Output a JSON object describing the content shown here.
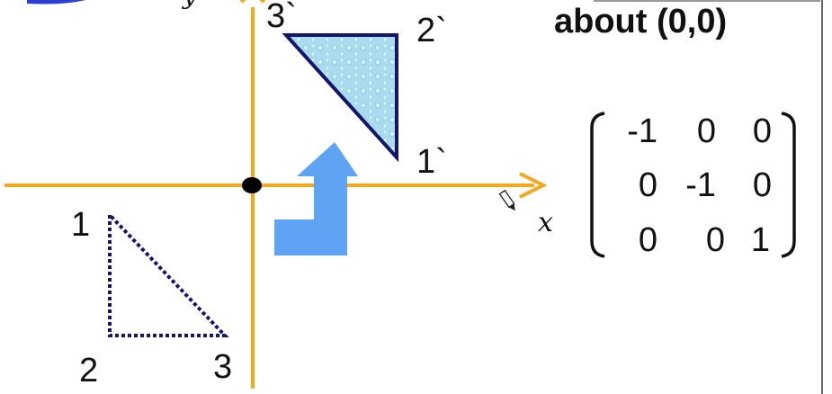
{
  "title": "about (0,0)",
  "axes": {
    "x_label": "x",
    "y_label": "y"
  },
  "original_triangle": {
    "labels": [
      "1",
      "2",
      "3"
    ]
  },
  "rotated_triangle": {
    "labels": [
      "1`",
      "2`",
      "3`"
    ]
  },
  "matrix": [
    [
      "-1",
      "0",
      "0"
    ],
    [
      "0",
      "-1",
      "0"
    ],
    [
      "0",
      "0",
      "1"
    ]
  ],
  "colors": {
    "axis": "#f5a81c",
    "triangle_outline": "#15156b",
    "triangle_fill": "#a9dcef",
    "arrow": "#5fa3f5",
    "origin": "#000000",
    "corner_shape": "#2b3fd6"
  },
  "icons": {
    "cursor": "pencil-cursor-icon",
    "arrow": "rotation-arrow-icon"
  }
}
